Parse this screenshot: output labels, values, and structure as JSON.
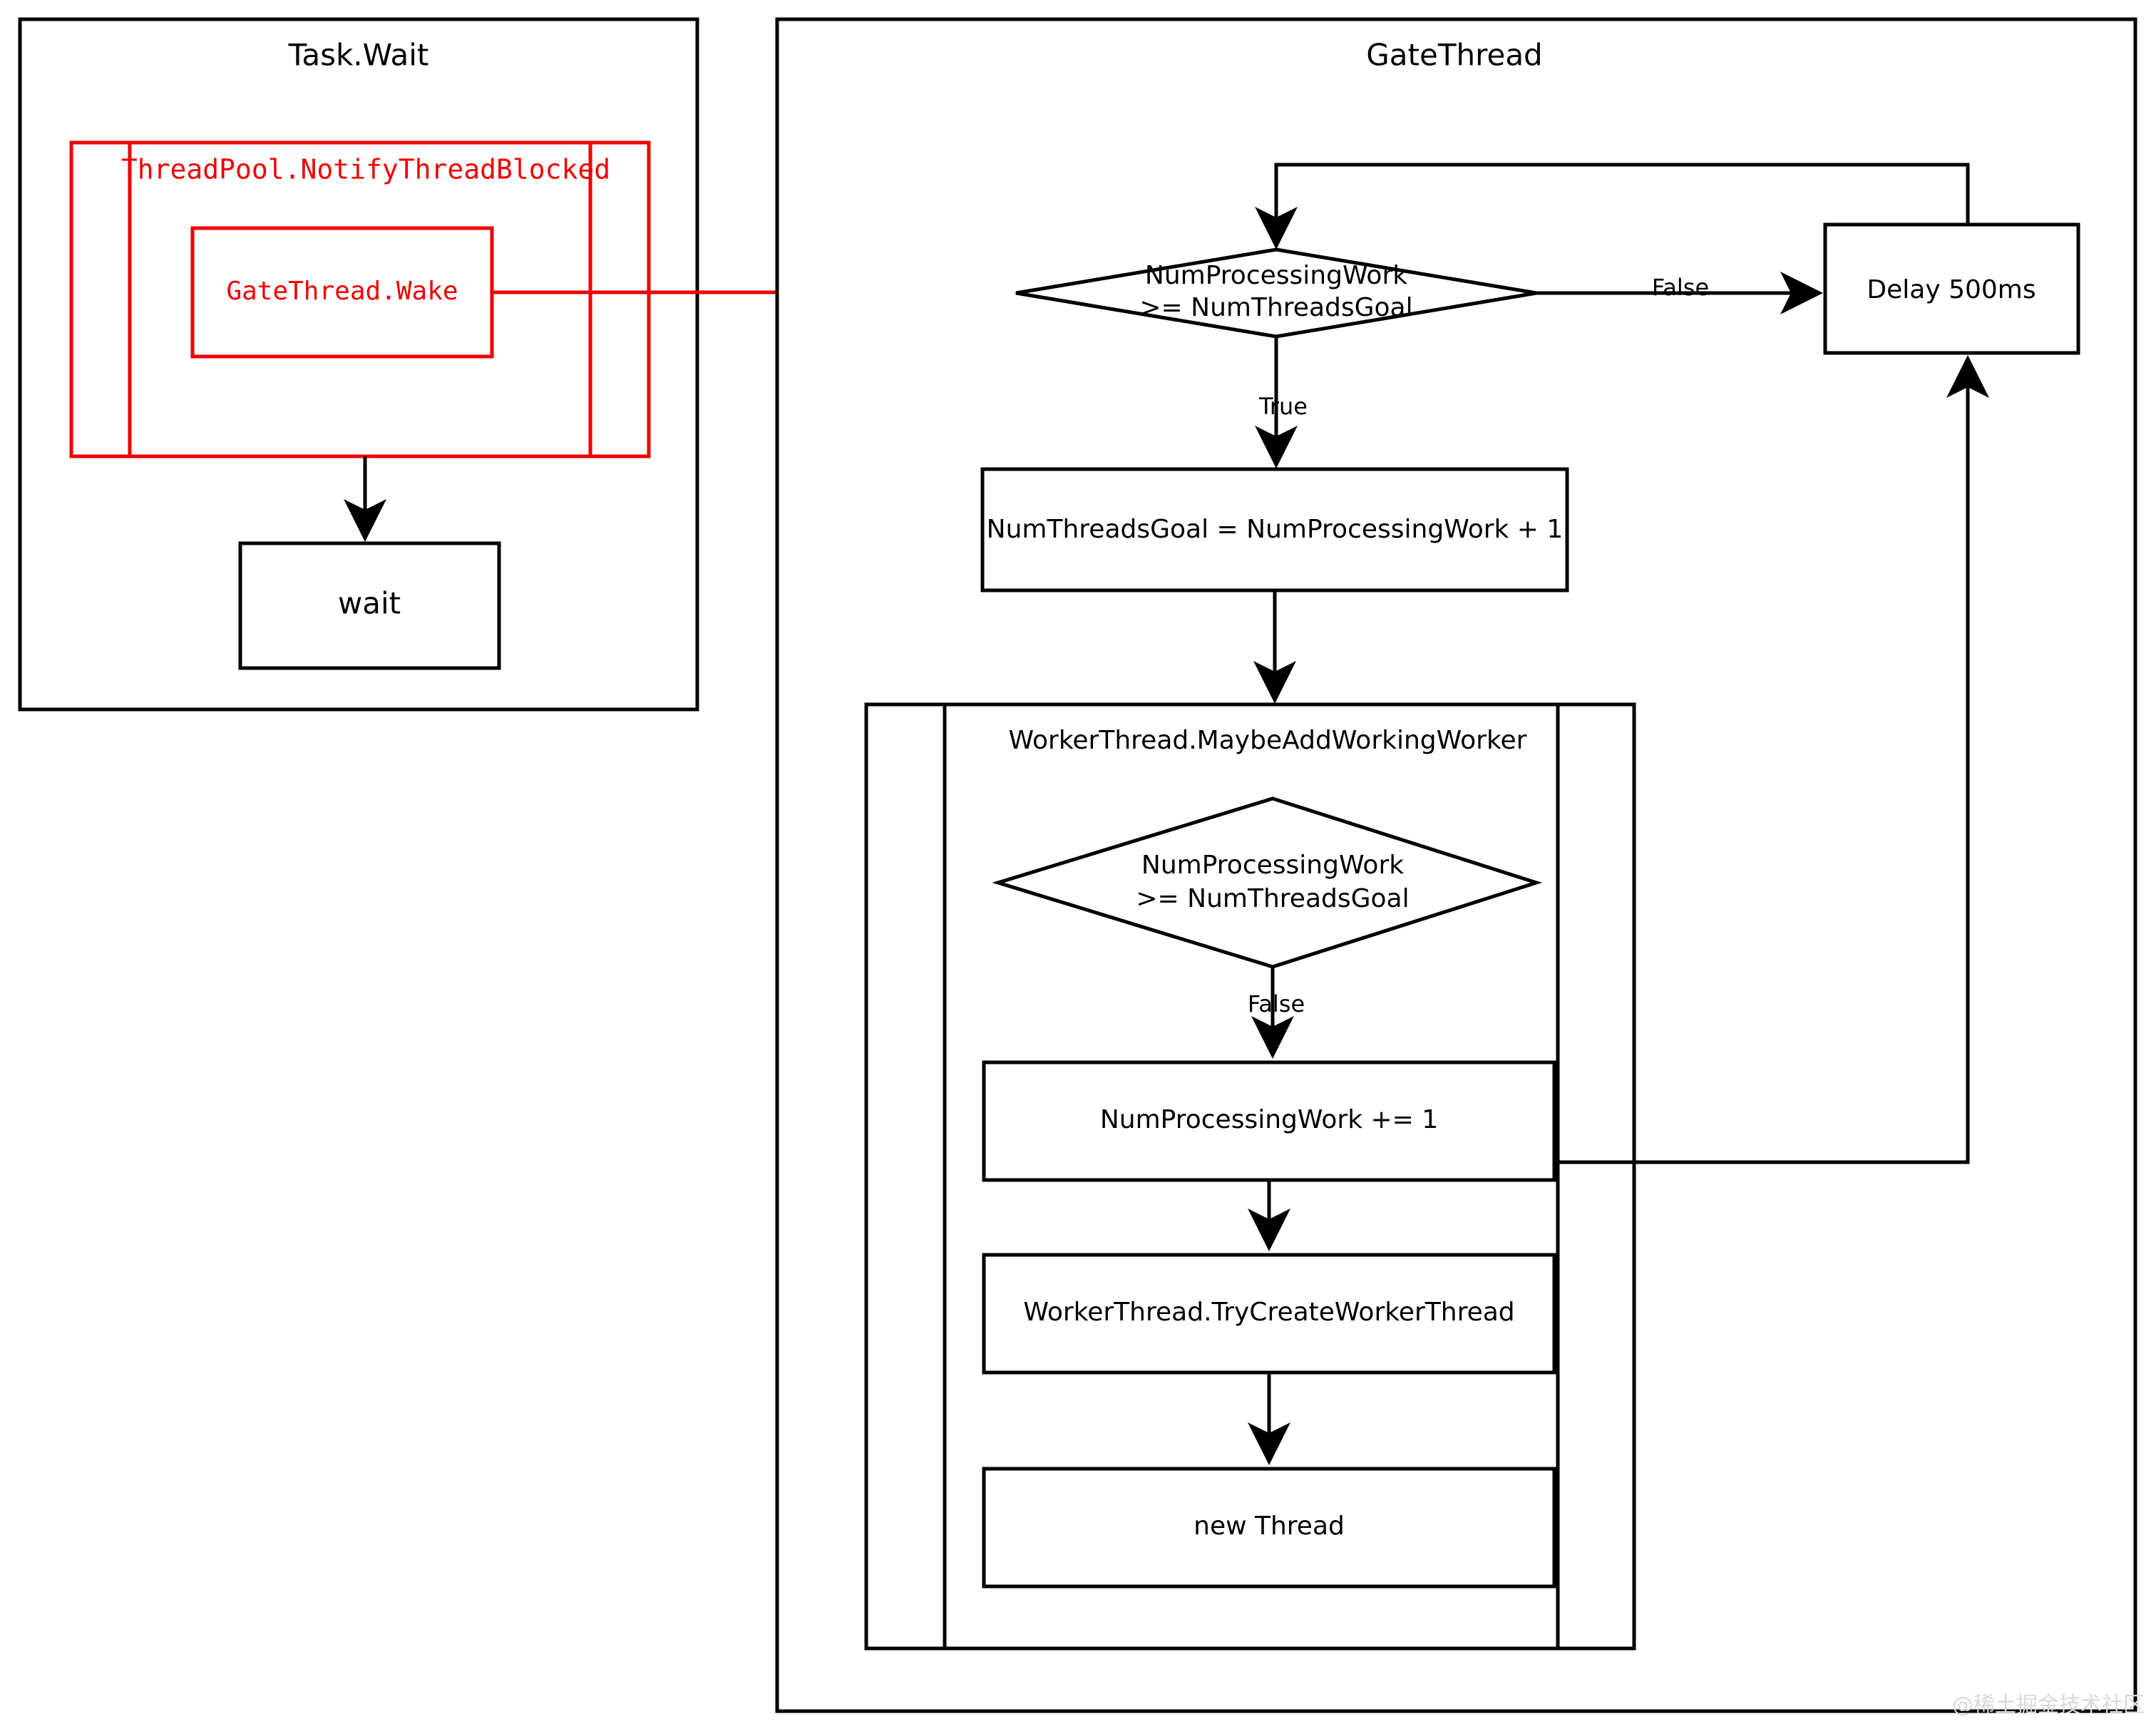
{
  "diagram": {
    "title_left": "Task.Wait",
    "title_right": "GateThread",
    "accent_red": "#ee0000",
    "line_black": "#000000",
    "watermark": "@稀土掘金技术社区"
  },
  "task_wait": {
    "panel_label": "Task.Wait",
    "notify_label": "ThreadPool.NotifyThreadBlocked",
    "wake_label": "GateThread.Wake",
    "wait_label": "wait"
  },
  "gate_thread": {
    "panel_label": "GateThread",
    "decision_line1": "NumProcessingWork",
    "decision_line2": ">= NumThreadsGoal",
    "edge_false": "False",
    "edge_true": "True",
    "delay_label": "Delay 500ms",
    "assign_label": "NumThreadsGoal = NumProcessingWork + 1"
  },
  "maybe_add": {
    "container_label": "WorkerThread.MaybeAddWorkingWorker",
    "decision_line1": "NumProcessingWork",
    "decision_line2": ">= NumThreadsGoal",
    "edge_false": "False",
    "increment_label": "NumProcessingWork  += 1",
    "try_create_label": "WorkerThread.TryCreateWorkerThread",
    "new_thread_label": "new Thread"
  }
}
